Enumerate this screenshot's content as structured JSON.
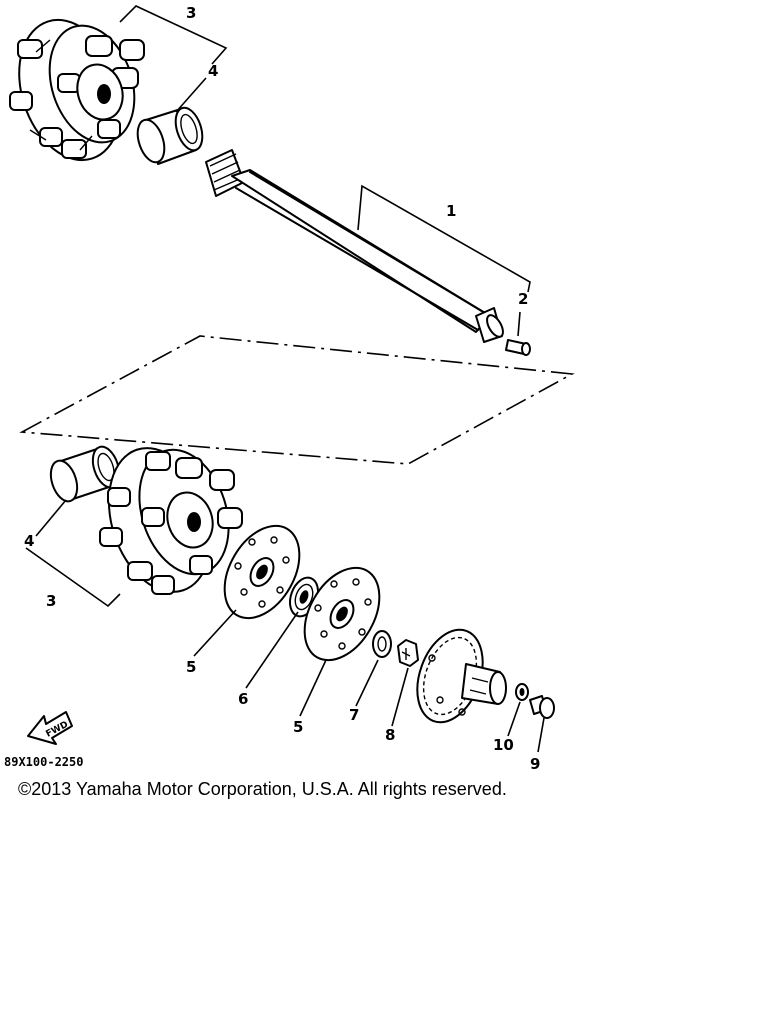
{
  "diagram": {
    "callouts": {
      "shaft": "1",
      "pin": "2",
      "sprocket_top": "3",
      "collar_top": "4",
      "sprocket_bottom": "3",
      "collar_bottom": "4",
      "plate_a": "5",
      "bearing": "6",
      "plate_b": "5",
      "washer": "7",
      "nut": "8",
      "bolt": "9",
      "lock_washer": "10"
    },
    "forward_label": "FWD",
    "figure_number": "89X100-2250"
  },
  "copyright": "©2013 Yamaha Motor Corporation, U.S.A. All rights reserved."
}
